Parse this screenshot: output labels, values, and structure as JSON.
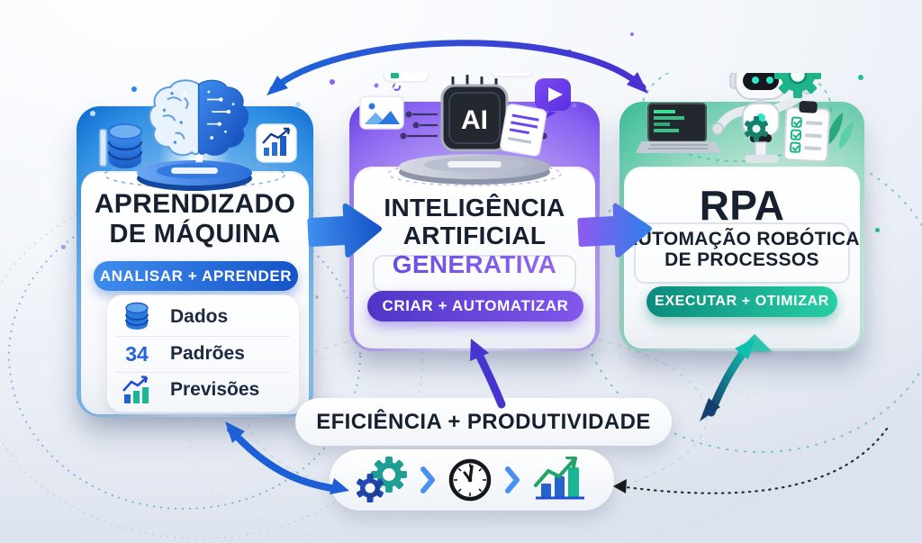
{
  "cards": [
    {
      "id": "aprendizado-de-maquina",
      "title_lines": [
        "APRENDIZADO",
        "DE MÁQUINA"
      ],
      "badge": "ANALISAR + APRENDER",
      "list": [
        {
          "icon": "database-icon",
          "label": "Dados"
        },
        {
          "icon": "number-badge",
          "value": "34",
          "label": "Padrões"
        },
        {
          "icon": "growth-chart-icon",
          "label": "Previsões"
        }
      ],
      "icons": [
        "brain-icon",
        "database-icon",
        "bar-chart-tile-icon",
        "pedestal"
      ],
      "accent_color": "#1f85e0"
    },
    {
      "id": "inteligencia-artificial-generativa",
      "chip_label": "AI",
      "title_lines": [
        "INTELIGÊNCIA",
        "ARTIFICIAL"
      ],
      "highlight_line": "GENERATIVA",
      "badge": "CRIAR + AUTOMATIZAR",
      "icons": [
        "ai-chip-icon",
        "text-bubble-icon",
        "image-icon-green",
        "image-icon-blue",
        "video-play-icon",
        "document-icon",
        "pedestal"
      ],
      "accent_color": "#7a52ee"
    },
    {
      "id": "rpa-automacao-robotica",
      "title": "RPA",
      "subtitle_lines": [
        "AUTOMAÇÃO ROBÓTICA",
        "DE PROCESSOS"
      ],
      "badge": "EXECUTAR + OTIMIZAR",
      "icons": [
        "robot-icon",
        "laptop-icon",
        "gear-icon",
        "clipboard-checklist-icon",
        "plant-icon"
      ],
      "accent_color": "#13a888"
    }
  ],
  "footer": {
    "headline": "EFICIÊNCIA + PRODUTIVIDADE",
    "flow_icons": [
      "gears-icon",
      "clock-icon",
      "growth-chart-icon"
    ]
  },
  "colors": {
    "title_text": "#16202e",
    "badge_text": "#ffffff",
    "ml_badge_gradient": [
      "#3f8dee",
      "#1553c8"
    ],
    "ai_badge_gradient": [
      "#4f35c8",
      "#8257ec"
    ],
    "rpa_badge_gradient": [
      "#0b8b7d",
      "#27cfa4"
    ],
    "highlight_gradient": [
      "#5f48dd",
      "#9b6bf5"
    ],
    "number_accent": "#2563d8",
    "arrow_blue": "#1d5fd6",
    "arrow_purple": "#4636cf",
    "arrow_teal": "#0fc0ae"
  }
}
